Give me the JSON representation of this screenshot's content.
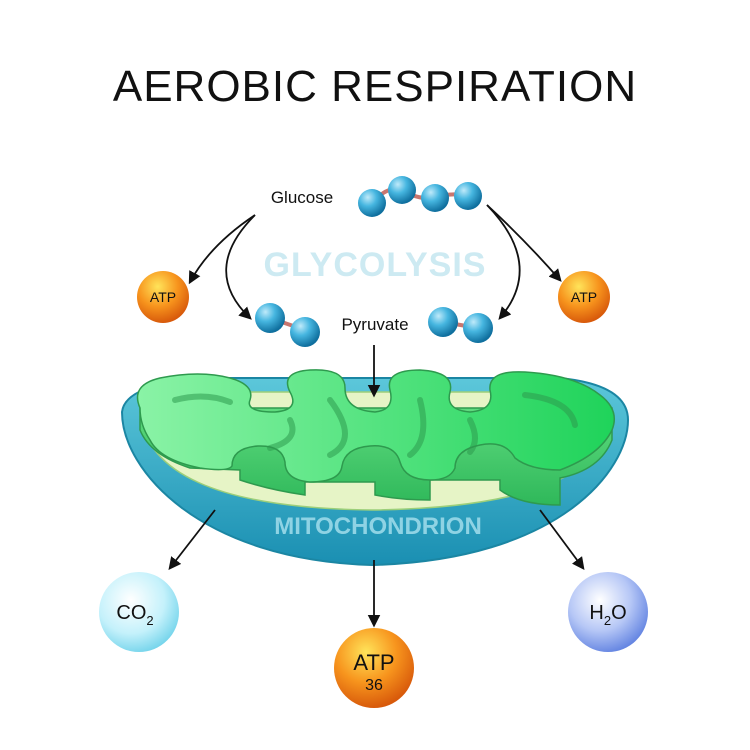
{
  "title": "AEROBIC RESPIRATION",
  "labels": {
    "glucose": "Glucose",
    "glycolysis": "GLYCOLYSIS",
    "pyruvate": "Pyruvate",
    "mitochondrion": "MITOCHONDRION",
    "atp_left": "ATP",
    "atp_right": "ATP",
    "atp_bottom": "ATP",
    "atp_bottom_count": "36",
    "co2_main": "CO",
    "co2_sub": "2",
    "h2o_h": "H",
    "h2o_sub": "2",
    "h2o_o": "O"
  },
  "colors": {
    "title": "#111111",
    "molecule": "#3aaed8",
    "bond": "#c8766f",
    "atp": "#f7941d",
    "glycolysis_text": "#cdeaf2",
    "mito_outer": "#2aa9c4",
    "mito_inner": "#3fd66a",
    "co2": "#9fe6f5",
    "h2o": "#8fa8f0"
  }
}
